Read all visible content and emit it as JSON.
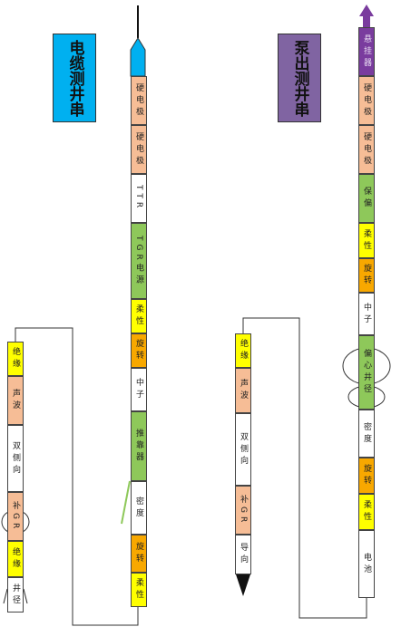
{
  "colors": {
    "salmon": "#f6bd96",
    "white": "#ffffff",
    "green": "#8ec85a",
    "yellow": "#ffff00",
    "orange": "#f8a800",
    "cyan": "#00b0f0",
    "purple": "#7a3c9e",
    "title_purple": "#8064a2"
  },
  "titles": {
    "cable": "电缆测井串",
    "pump": "泵出测井串"
  },
  "cable_string": {
    "top_icon": "cable-head-icon",
    "segments": [
      {
        "label": "硬电极",
        "color": "salmon"
      },
      {
        "label": "硬电极",
        "color": "salmon"
      },
      {
        "label": "TTR",
        "color": "white"
      },
      {
        "label": "TGR电源",
        "color": "green"
      },
      {
        "label": "柔性",
        "color": "yellow"
      },
      {
        "label": "旋转",
        "color": "orange"
      },
      {
        "label": "中子",
        "color": "white"
      },
      {
        "label": "推靠器",
        "color": "green"
      },
      {
        "label": "密度",
        "color": "white"
      },
      {
        "label": "旋转",
        "color": "orange"
      },
      {
        "label": "柔性",
        "color": "yellow"
      }
    ],
    "lower_segments": [
      {
        "label": "绝缘",
        "color": "yellow"
      },
      {
        "label": "声波",
        "color": "salmon"
      },
      {
        "label": "双侧向",
        "color": "white"
      },
      {
        "label": "补GR",
        "color": "salmon"
      },
      {
        "label": "绝缘",
        "color": "yellow"
      },
      {
        "label": "井径",
        "color": "white"
      }
    ]
  },
  "pump_string": {
    "top_segment": {
      "label": "悬挂器",
      "color": "purple"
    },
    "segments": [
      {
        "label": "硬电极",
        "color": "salmon"
      },
      {
        "label": "硬电极",
        "color": "salmon"
      },
      {
        "label": "保偏",
        "color": "green"
      },
      {
        "label": "柔性",
        "color": "yellow"
      },
      {
        "label": "旋转",
        "color": "orange"
      },
      {
        "label": "中子",
        "color": "white"
      },
      {
        "label": "偏心井径",
        "color": "green"
      },
      {
        "label": "密度",
        "color": "white"
      },
      {
        "label": "旋转",
        "color": "orange"
      },
      {
        "label": "柔性",
        "color": "yellow"
      },
      {
        "label": "电池",
        "color": "white"
      }
    ],
    "lower_segments": [
      {
        "label": "绝缘",
        "color": "yellow"
      },
      {
        "label": "声波",
        "color": "salmon"
      },
      {
        "label": "双侧向",
        "color": "white"
      },
      {
        "label": "补GR",
        "color": "salmon"
      },
      {
        "label": "导向",
        "color": "white"
      }
    ]
  }
}
